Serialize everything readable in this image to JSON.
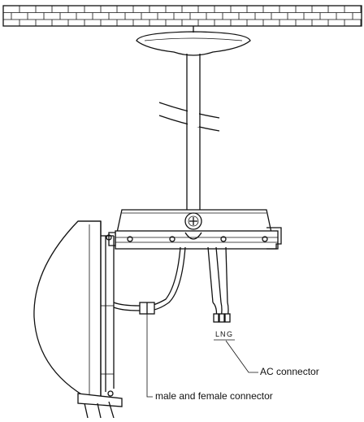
{
  "labels": {
    "ac_connector": "AC connector",
    "male_female_connector": "male and female connector",
    "terminal_l": "L",
    "terminal_n": "N",
    "terminal_g": "G"
  }
}
